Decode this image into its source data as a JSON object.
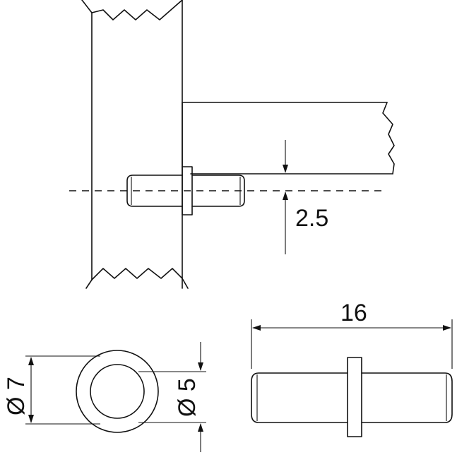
{
  "dimensions": {
    "offset": "2.5",
    "length": "16",
    "outer_diameter": "Ø 7",
    "inner_diameter": "Ø 5"
  }
}
